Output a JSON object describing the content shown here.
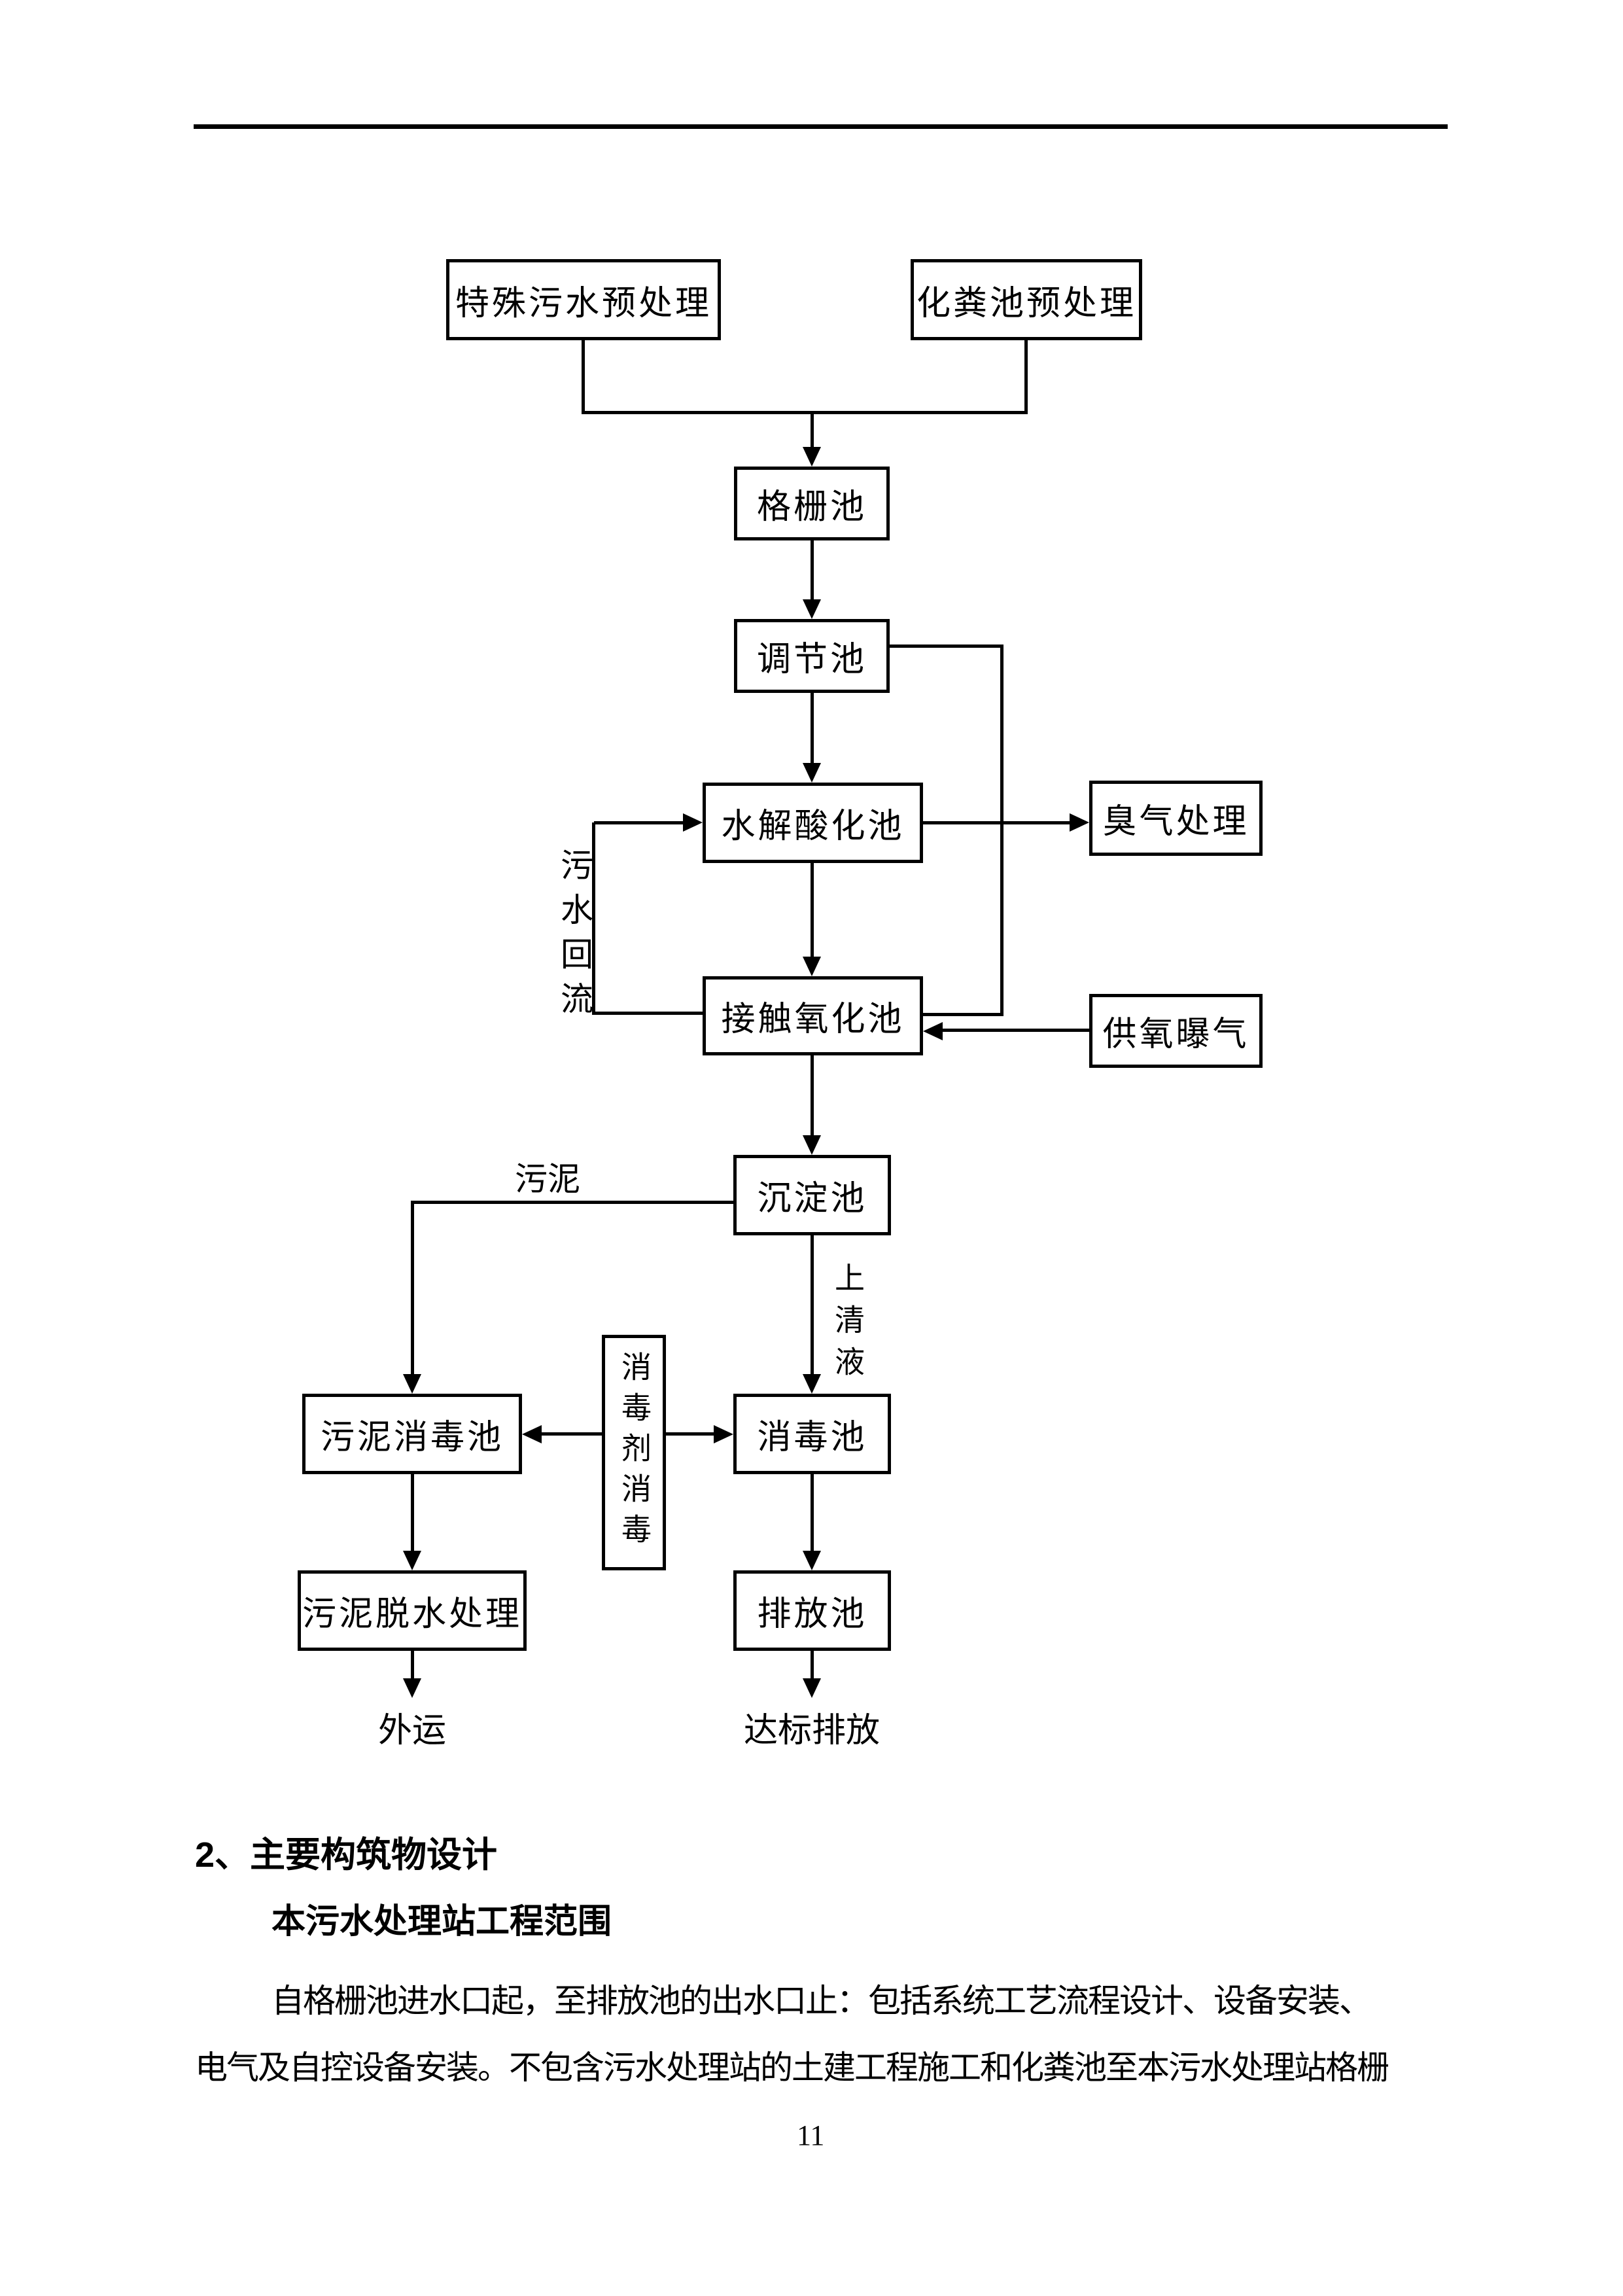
{
  "colors": {
    "ink": "#000000",
    "paper": "#ffffff"
  },
  "flowchart": {
    "nodes": {
      "special_pretreatment": {
        "label": "特殊污水预处理"
      },
      "septic_pretreatment": {
        "label": "化粪池预处理"
      },
      "grid_tank": {
        "label": "格栅池"
      },
      "regulating_tank": {
        "label": "调节池"
      },
      "hydrolysis_tank": {
        "label": "水解酸化池"
      },
      "odor_treatment": {
        "label": "臭气处理"
      },
      "contact_oxidation_tank": {
        "label": "接触氧化池"
      },
      "oxygen_aeration": {
        "label": "供氧曝气"
      },
      "sedimentation_tank": {
        "label": "沉淀池"
      },
      "sludge_disinfection_tank": {
        "label": "污泥消毒池"
      },
      "disinfection_tank": {
        "label": "消毒池"
      },
      "disinfectant_dosing": {
        "label": "消毒剂消毒"
      },
      "sludge_dewatering": {
        "label": "污泥脱水处理"
      },
      "discharge_tank": {
        "label": "排放池"
      }
    },
    "edge_labels": {
      "sludge": "污泥",
      "reflux": "污水回流",
      "supernatant": "上清液",
      "outbound": "外运",
      "standard_discharge": "达标排放"
    }
  },
  "sections": {
    "heading": "2、主要构筑物设计",
    "subheading": "本污水处理站工程范围",
    "para_line1": "自格栅池进水口起，至排放池的出水口止：包括系统工艺流程设计、设备安装、",
    "para_line2": "电气及自控设备安装。不包含污水处理站的土建工程施工和化粪池至本污水处理站格栅"
  },
  "page": {
    "number": "11"
  }
}
